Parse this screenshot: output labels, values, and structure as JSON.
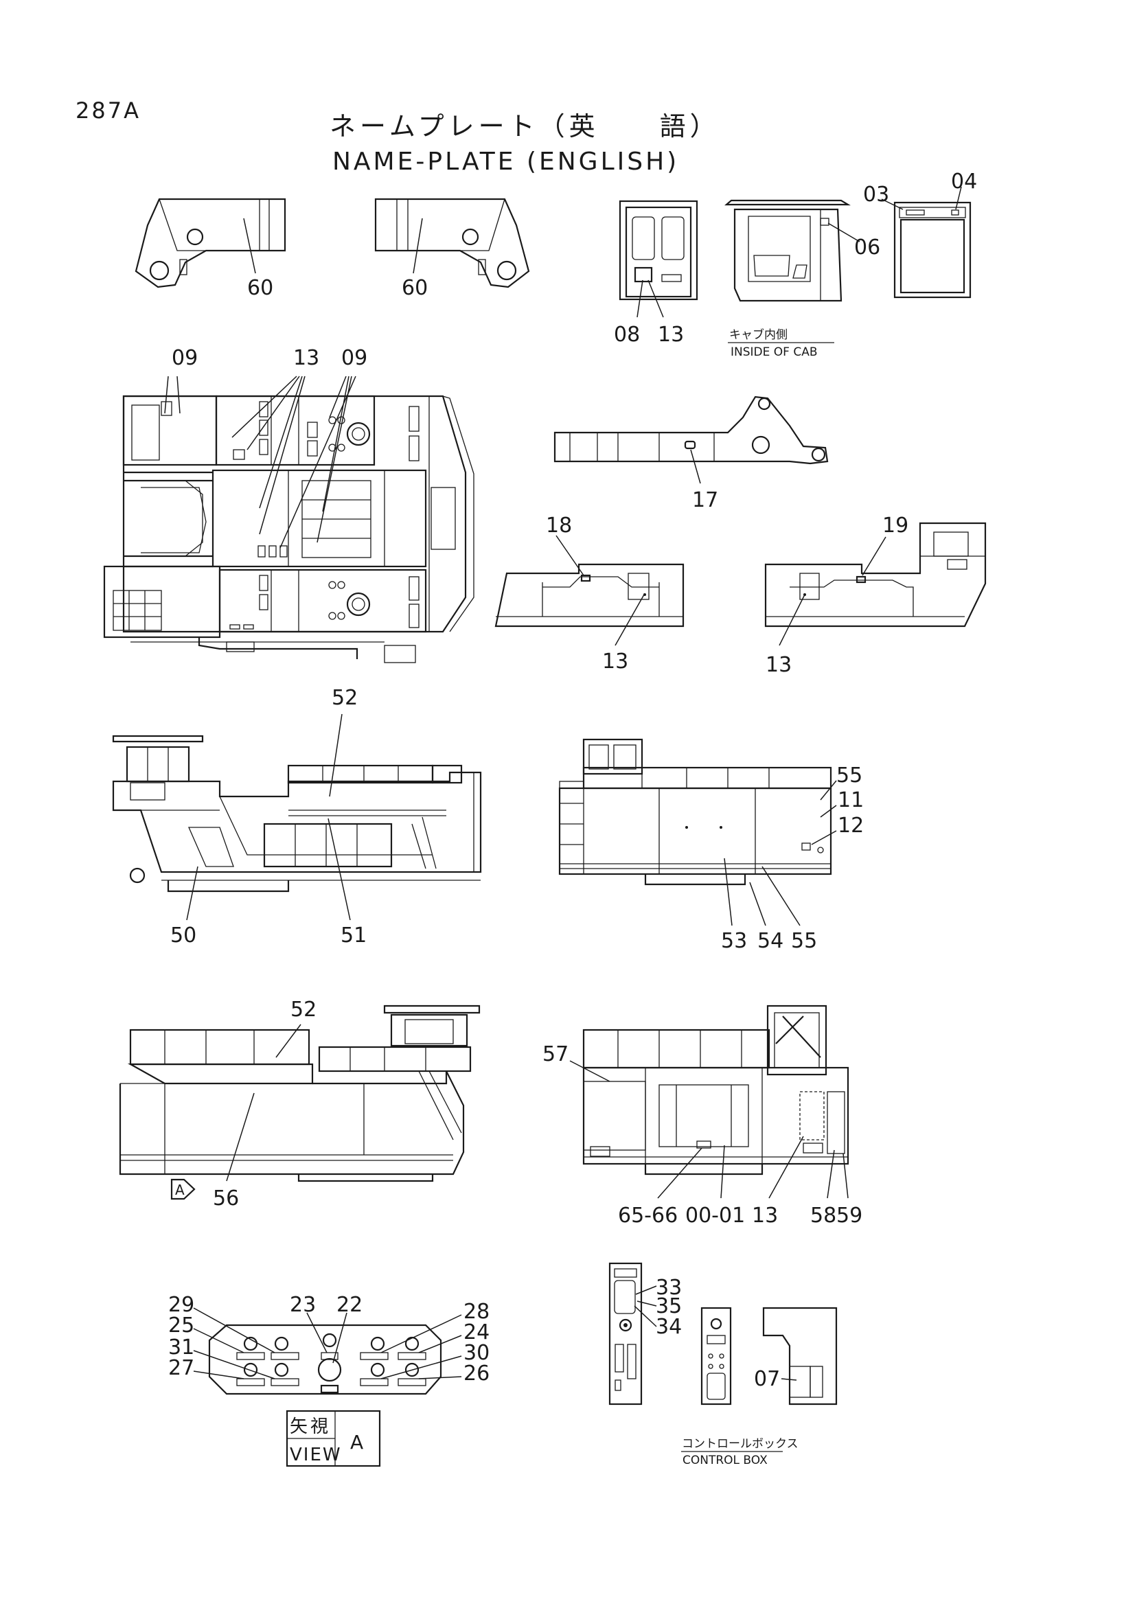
{
  "page": {
    "code": "287A",
    "title_jp": "ネームプレート（英　　語）",
    "title_en": "NAME-PLATE (ENGLISH)"
  },
  "captions": {
    "inside_of_cab_jp": "キャブ内側",
    "inside_of_cab_en": "INSIDE OF CAB",
    "view_a_jp": "矢視",
    "view_a_en": "VIEW",
    "view_a_letter": "A",
    "arrow_tag_letter": "A",
    "control_box_jp": "コントロールボックス",
    "control_box_en": "CONTROL BOX"
  },
  "callouts": {
    "boom_left_60": "60",
    "boom_right_60": "60",
    "cab_front_08": "08",
    "cab_front_13": "13",
    "cab_side_06": "06",
    "cab_rear_03": "03",
    "cab_rear_04": "04",
    "top_09_left": "09",
    "top_13": "13",
    "top_09_right": "09",
    "arm_17": "17",
    "side_left_18": "18",
    "side_left_13": "13",
    "side_right_19": "19",
    "side_right_13": "13",
    "elev_left_52": "52",
    "elev_left_50": "50",
    "elev_left_51": "51",
    "elev_rear_55_top": "55",
    "elev_rear_11": "11",
    "elev_rear_12": "12",
    "elev_rear_53": "53",
    "elev_rear_54": "54",
    "elev_rear_55_bottom": "55",
    "elev_right_52": "52",
    "elev_right_56": "56",
    "elev_front_57": "57",
    "elev_front_65_66": "65-66",
    "elev_front_00_01": "00-01",
    "elev_front_13": "13",
    "elev_front_58": "58",
    "elev_front_59": "59",
    "view_a_29": "29",
    "view_a_25": "25",
    "view_a_31": "31",
    "view_a_27": "27",
    "view_a_23": "23",
    "view_a_22": "22",
    "view_a_28": "28",
    "view_a_24": "24",
    "view_a_30": "30",
    "view_a_26": "26",
    "ctrl_33": "33",
    "ctrl_35": "35",
    "ctrl_34": "34",
    "ctrl_07": "07"
  }
}
